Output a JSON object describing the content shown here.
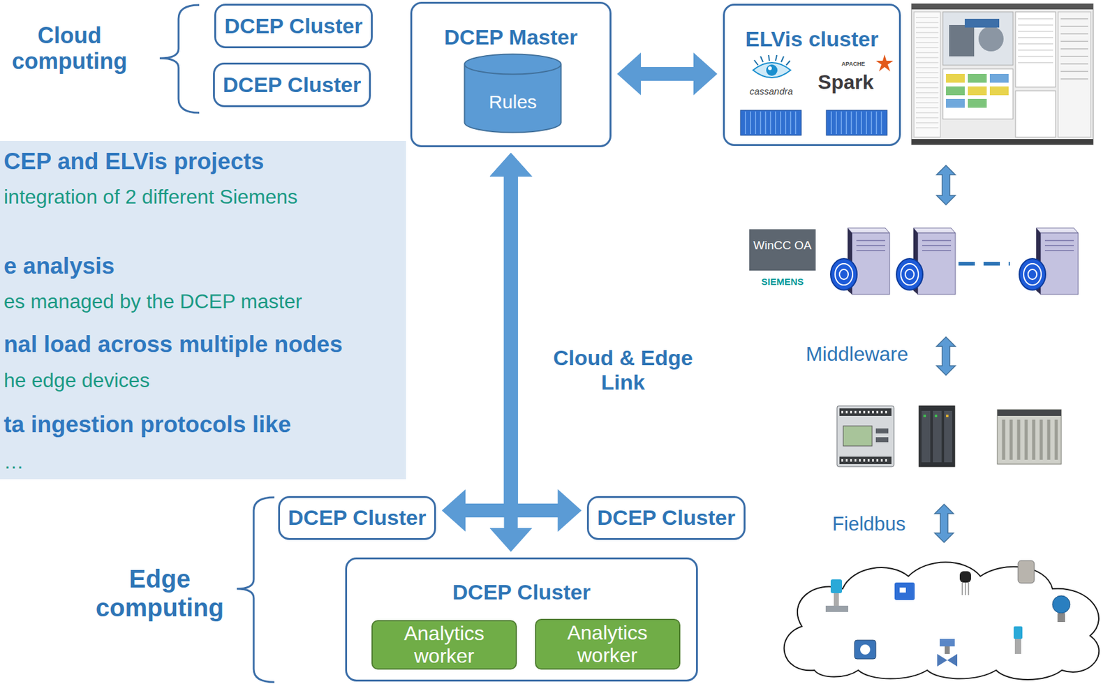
{
  "diagram": {
    "nodes": [
      {
        "text": [
          "DCEP Cluster"
        ]
      },
      {
        "text": [
          "DCEP Cluster"
        ]
      },
      {
        "text": [
          "DCEP Master"
        ]
      },
      {
        "text": [
          "Rules"
        ],
        "in": 2
      },
      {
        "text": [
          "ELVis cluster"
        ]
      },
      {
        "text": [
          "CEP and ELVis projects",
          "integration of 2 different Siemens",
          "e analysis",
          "es managed by the DCEP master",
          "nal load across multiple nodes",
          "he edge devices",
          "ta ingestion protocols like",
          "…"
        ]
      },
      {
        "text": [
          "DCEP Cluster"
        ]
      },
      {
        "text": [
          "DCEP Cluster"
        ]
      },
      {
        "text": [
          "DCEP Cluster"
        ]
      },
      {
        "text": [
          "Analytics worker"
        ],
        "in": 8
      },
      {
        "text": [
          "Analytics worker"
        ],
        "in": 8
      }
    ],
    "edges": [
      {
        "from": 2,
        "to": 4,
        "arrow": "both"
      },
      {
        "from": 2,
        "to": 8,
        "arrow": "both",
        "label": "Cloud & Edge Link"
      },
      {
        "from": 2,
        "to": 6,
        "arrow": "both"
      },
      {
        "from": 2,
        "to": 7,
        "arrow": "both"
      }
    ],
    "labels": [
      "Cloud computing",
      "cassandra",
      "APACHE",
      "Spark",
      "WinCC OA",
      "SIEMENS",
      "Middleware",
      "Fieldbus",
      "Edge computing"
    ]
  }
}
